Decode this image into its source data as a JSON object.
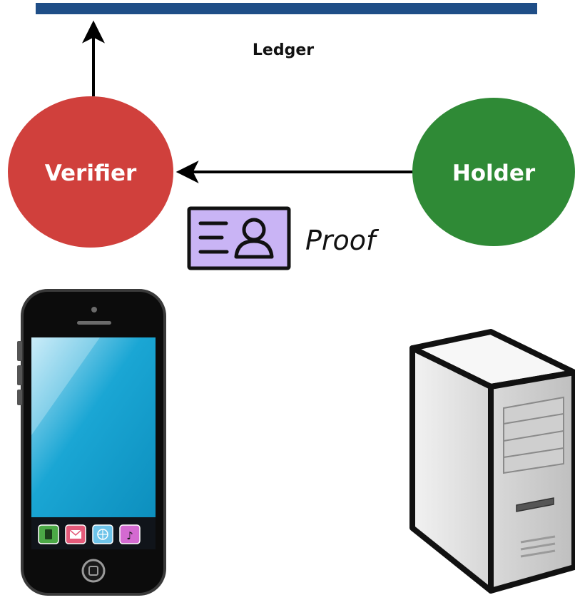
{
  "ledger": {
    "label": "Ledger",
    "color": "#1f4e87"
  },
  "nodes": {
    "verifier": {
      "label": "Verifier",
      "color": "#d0403c"
    },
    "holder": {
      "label": "Holder",
      "color": "#2f8a36"
    }
  },
  "proof": {
    "label": "Proof",
    "icon": "id-card-icon",
    "icon_color": "#c9b4f5"
  },
  "devices": {
    "verifier_device": "smartphone-icon",
    "holder_device": "server-tower-icon"
  }
}
